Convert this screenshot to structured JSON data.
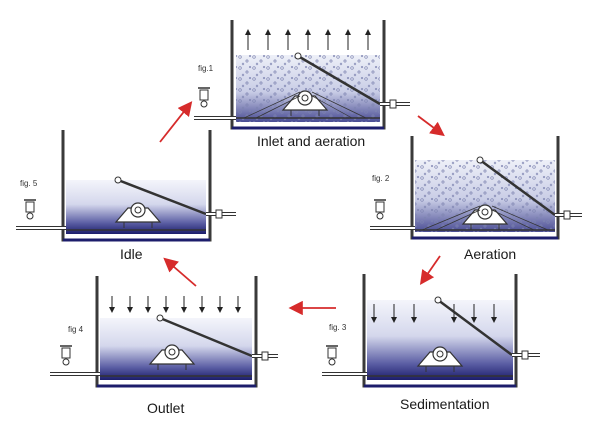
{
  "diagram": {
    "stages": [
      {
        "key": "inlet",
        "fig": "fig.1",
        "title": "Inlet and aeration"
      },
      {
        "key": "aeration",
        "fig": "fig. 2",
        "title": "Aeration"
      },
      {
        "key": "sedimentation",
        "fig": "fig. 3",
        "title": "Sedimentation"
      },
      {
        "key": "outlet",
        "fig": "fig 4",
        "title": "Outlet"
      },
      {
        "key": "idle",
        "fig": "fig. 5",
        "title": "Idle"
      }
    ],
    "colors": {
      "arrow": "#d62b2b",
      "tank_outline": "#3a3a3a",
      "water_light": "#dfe2f2",
      "water_dark": "#1c1d6b",
      "bubble": "#8a90b8"
    }
  }
}
